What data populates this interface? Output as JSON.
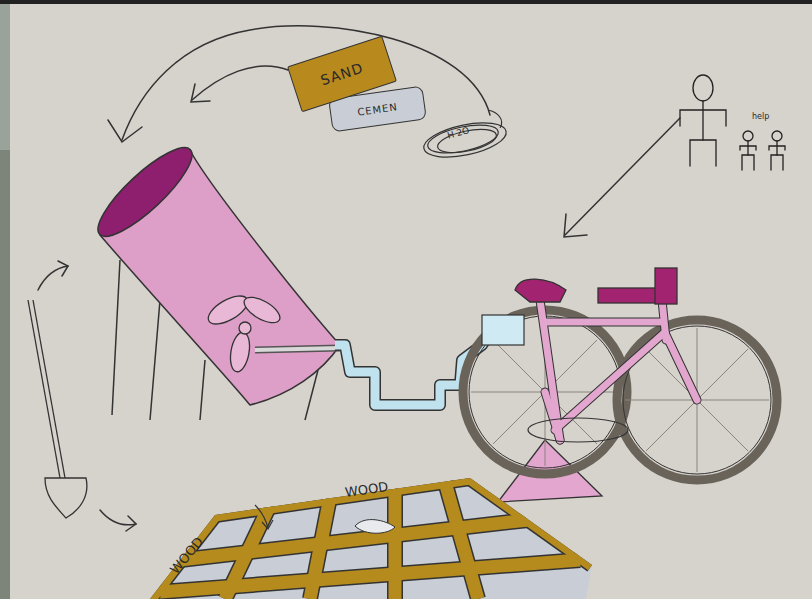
{
  "diagram": {
    "nodes": [
      {
        "text": [
          "SAND"
        ]
      },
      {
        "text": [
          "CEMEN"
        ]
      }
    ],
    "labels": [
      "H 2O",
      "help",
      "WOOD",
      "WOOD"
    ]
  }
}
